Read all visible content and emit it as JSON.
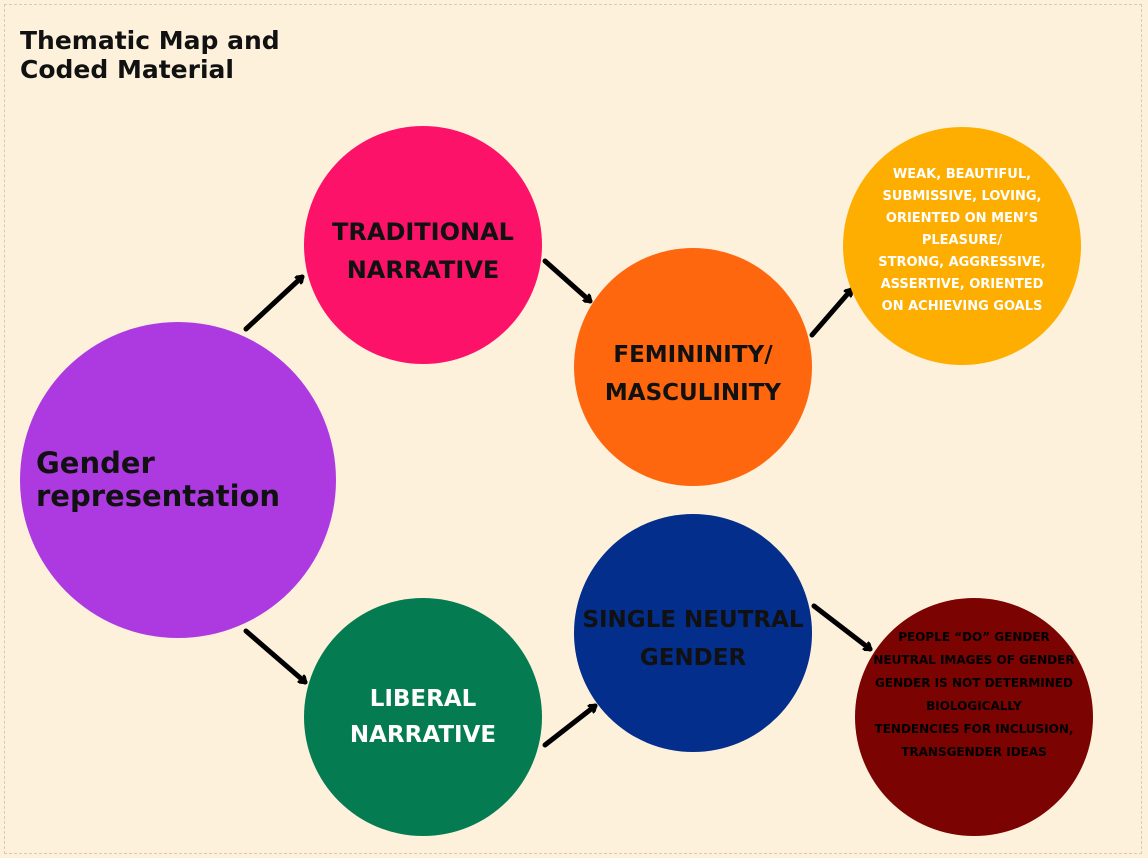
{
  "title": "Thematic Map and\nCoded Material",
  "nodes": {
    "gender": {
      "label": "Gender\nrepresentation",
      "color": "#ad3ae0"
    },
    "traditional": {
      "label": "TRADITIONAL\nNARRATIVE",
      "color": "#fc1268"
    },
    "liberal": {
      "label": "LIBERAL\nNARRATIVE",
      "color": "#047b50"
    },
    "femininity": {
      "label": "FEMININITY/\nMASCULINITY",
      "color": "#fe670d"
    },
    "neutral": {
      "label": "SINGLE NEUTRAL\nGENDER",
      "color": "#032e8b"
    },
    "traits": {
      "label": "WEAK, BEAUTIFUL,\nSUBMISSIVE, LOVING,\nORIENTED ON MEN’S\nPLEASURE/\nSTRONG, AGGRESSIVE,\nASSERTIVE, ORIENTED\nON ACHIEVING GOALS",
      "color": "#feae01"
    },
    "doing": {
      "label": "PEOPLE “DO” GENDER\nNEUTRAL IMAGES OF GENDER\nGENDER IS NOT DETERMINED\nBIOLOGICALLY\nTENDENCIES FOR INCLUSION,\nTRANSGENDER IDEAS",
      "color": "#7b0301"
    }
  }
}
